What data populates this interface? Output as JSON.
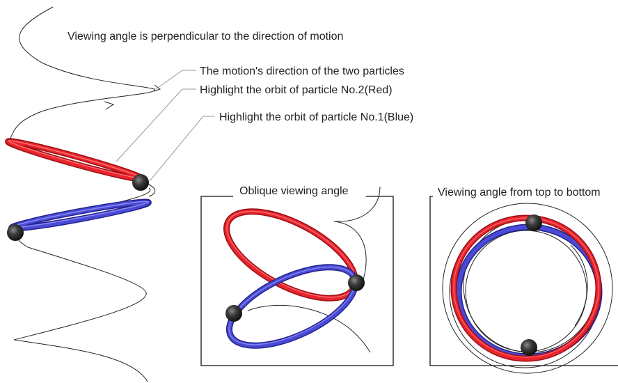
{
  "labels": {
    "main_title": "Viewing angle is perpendicular to the direction of motion",
    "motion_direction": "The motion's direction of the two particles",
    "orbit_red": "Highlight the orbit of particle No.2(Red)",
    "orbit_blue": "Highlight the orbit of particle No.1(Blue)",
    "oblique_title": "Oblique viewing angle",
    "top_title": "Viewing angle from top to bottom"
  },
  "colors": {
    "red_orbit": "#e8242c",
    "blue_orbit": "#4a4ad6",
    "particle": "#2e2e2e",
    "wire": "#222222",
    "leader": "#9a9a9a"
  },
  "icons": {
    "particle": "sphere-icon",
    "direction": "arrowhead-icon"
  }
}
